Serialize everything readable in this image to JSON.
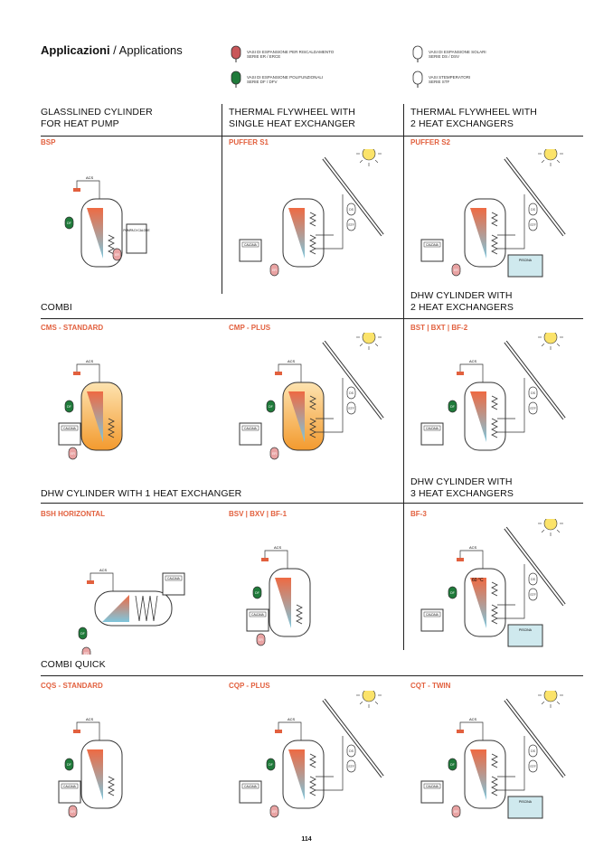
{
  "header": {
    "title_bold": "Applicazioni",
    "title_rest": " / Applications"
  },
  "legend": [
    {
      "code": "ER",
      "line1": "VASI DI ESPANSIONE PER RISCALDAMENTO",
      "line2": "SERIE ER / ERCE",
      "color": "#c9575a"
    },
    {
      "code": "DF",
      "line1": "VASI DI ESPANSIONE POLIFUNZIONALI",
      "line2": "SERIE DF / DFV",
      "color": "#1f7a3a"
    },
    {
      "code": "DS",
      "line1": "VASI DI ESPANSIONE SOLARI",
      "line2": "SERIE DS / DSV",
      "color": "#ffffff"
    },
    {
      "code": "STF",
      "line1": "VASI STEMPERATORI",
      "line2": "SERIE STF",
      "color": "#ffffff"
    }
  ],
  "sections": {
    "r1c1": [
      "GLASSLINED CYLINDER",
      "FOR HEAT PUMP"
    ],
    "r1c2": [
      "THERMAL FLYWHEEL WITH",
      "SINGLE HEAT EXCHANGER"
    ],
    "r1c3": [
      "THERMAL FLYWHEEL WITH",
      "2 HEAT EXCHANGERS"
    ],
    "r2c1": "COMBI",
    "r2c3": [
      "DHW CYLINDER WITH",
      "2 HEAT EXCHANGERS"
    ],
    "r3c1": "DHW CYLINDER WITH 1 HEAT EXCHANGER",
    "r3c3": [
      "DHW CYLINDER WITH",
      "3 HEAT EXCHANGERS"
    ],
    "r4c1": "COMBI QUICK"
  },
  "products": [
    "BSP",
    "PUFFER S1",
    "PUFFER S2",
    "CMS - STANDARD",
    "CMP - PLUS",
    "BST | BXT | BF-2",
    "BSH HORIZONTAL",
    "BSV | BXV | BF-1",
    "BF-3",
    "CQS - STANDARD",
    "CQP - PLUS",
    "CQT - TWIN"
  ],
  "diagram_labels": {
    "acs": "ACS",
    "heat_pump": "POMPA DI CALORE",
    "boiler": "CALDAIA",
    "pool": "PISCINA",
    "er": "ER",
    "ds": "DS",
    "stf": "STF",
    "df": "DF",
    "temp": "60 °C"
  },
  "page_number": "114",
  "colors": {
    "accent": "#e2603e",
    "hot": "#ee6a43",
    "cold": "#7fc6dc",
    "tank_orange": "#f4a53a"
  }
}
